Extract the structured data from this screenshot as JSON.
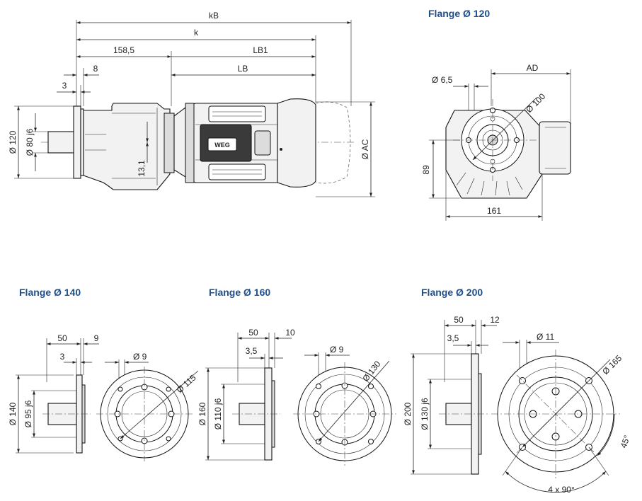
{
  "flange_120": {
    "title": "Flange Ø 120",
    "side_view": {
      "kB": "kB",
      "k": "k",
      "d158": "158,5",
      "LB1": "LB1",
      "LB": "LB",
      "d8": "8",
      "d3": "3",
      "d120": "Ø 120",
      "d80": "Ø 80 j6",
      "d13": "13,1",
      "AC": "Ø AC"
    },
    "front_view": {
      "AD": "AD",
      "d6_5": "Ø 6,5",
      "d100": "Ø 100",
      "d89": "89",
      "d161": "161"
    }
  },
  "flange_140": {
    "title": "Flange Ø 140",
    "d50": "50",
    "d9": "9",
    "d3": "3",
    "d140": "Ø 140",
    "d95": "Ø 95 j6",
    "hole": "Ø 9",
    "pcd": "Ø 115"
  },
  "flange_160": {
    "title": "Flange Ø 160",
    "d50": "50",
    "d10": "10",
    "d3_5": "3,5",
    "d160": "Ø 160",
    "d110": "Ø 110 j6",
    "hole": "Ø 9",
    "pcd": "Ø 130"
  },
  "flange_200": {
    "title": "Flange Ø 200",
    "d50": "50",
    "d12": "12",
    "d3_5": "3,5",
    "d200": "Ø 200",
    "d130": "Ø 130 j6",
    "hole": "Ø 11",
    "pcd": "Ø 165",
    "angle": "45°",
    "spacing": "4 x 90°"
  },
  "logo_text": "WEG"
}
